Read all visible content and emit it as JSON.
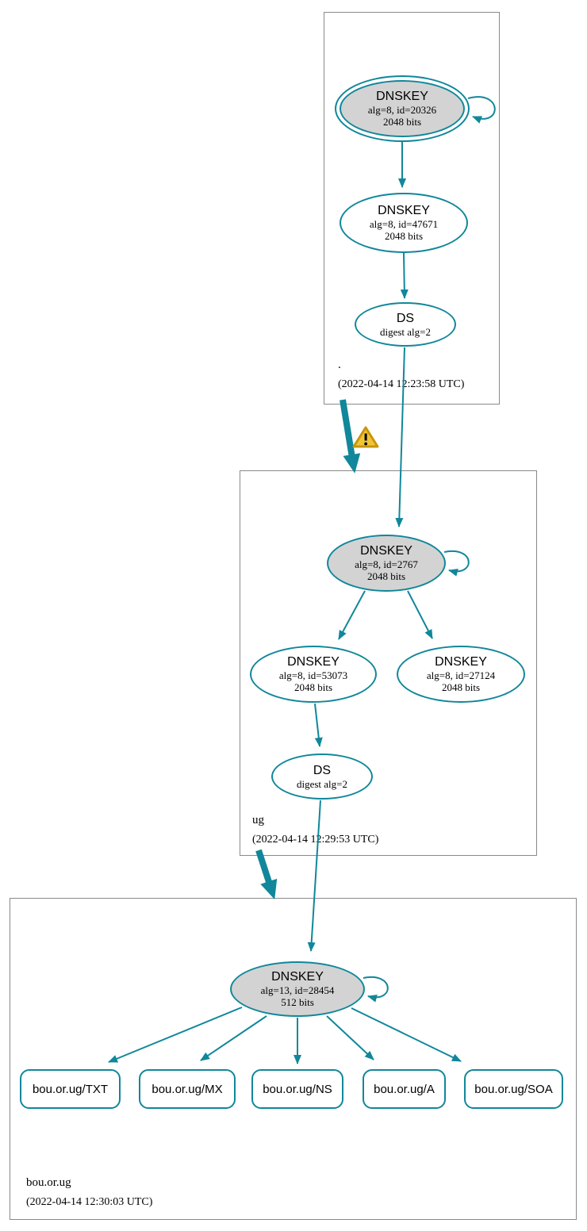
{
  "diagram": {
    "type": "dnssec-authentication-chain",
    "colors": {
      "edge_teal": "#10879a",
      "node_fill_gray": "#d3d3d3",
      "node_fill_white": "#ffffff",
      "box_border_gray": "#8a8a8a",
      "warning_fill": "#f0c537",
      "warning_border": "#c8960c"
    },
    "zones": [
      {
        "label": ".",
        "timestamp": "(2022-04-14 12:23:58 UTC)",
        "nodes": {
          "ksk": {
            "title": "DNSKEY",
            "detail": "alg=8, id=20326",
            "bits": "2048 bits"
          },
          "zsk": {
            "title": "DNSKEY",
            "detail": "alg=8, id=47671",
            "bits": "2048 bits"
          },
          "ds": {
            "title": "DS",
            "detail": "digest alg=2"
          }
        }
      },
      {
        "label": "ug",
        "timestamp": "(2022-04-14 12:29:53 UTC)",
        "nodes": {
          "ksk": {
            "title": "DNSKEY",
            "detail": "alg=8, id=2767",
            "bits": "2048 bits"
          },
          "zsk1": {
            "title": "DNSKEY",
            "detail": "alg=8, id=53073",
            "bits": "2048 bits"
          },
          "zsk2": {
            "title": "DNSKEY",
            "detail": "alg=8, id=27124",
            "bits": "2048 bits"
          },
          "ds": {
            "title": "DS",
            "detail": "digest alg=2"
          }
        }
      },
      {
        "label": "bou.or.ug",
        "timestamp": "(2022-04-14 12:30:03 UTC)",
        "nodes": {
          "ksk": {
            "title": "DNSKEY",
            "detail": "alg=13, id=28454",
            "bits": "512 bits"
          }
        },
        "rrsets": [
          "bou.or.ug/TXT",
          "bou.or.ug/MX",
          "bou.or.ug/NS",
          "bou.or.ug/A",
          "bou.or.ug/SOA"
        ]
      }
    ]
  }
}
